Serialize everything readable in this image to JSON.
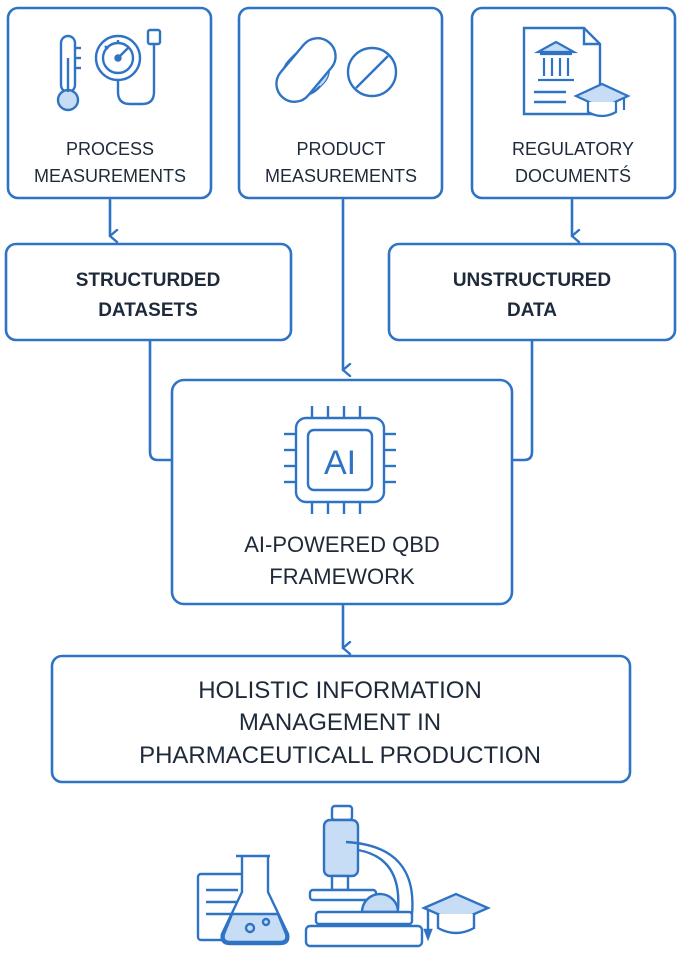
{
  "diagram": {
    "process_box": {
      "line1": "PROCESS",
      "line2": "MEASUREMENTS"
    },
    "product_box": {
      "line1": "PRODUCT",
      "line2": "MEASUREMENTS"
    },
    "regulatory_box": {
      "line1": "REGULATORY",
      "line2": "DOCUMENTŚ"
    },
    "structured_box": {
      "line1": "STRUCTURDED",
      "line2": "DATASETS"
    },
    "unstructured_box": {
      "line1": "UNSTRUCTURED",
      "line2": "DATA"
    },
    "ai_box": {
      "chip_text": "AI",
      "line1": "AI-POWERED QBD",
      "line2": "FRAMEWORK"
    },
    "holistic_box": {
      "line1": "HOLISTIC INFORMATION",
      "line2": "MANAGEMENT IN",
      "line3": "PHARMACEUTICALL PRODUCTION"
    },
    "colors": {
      "stroke": "#2f73c4",
      "fill_light": "#c7dcf5",
      "text": "#1e2a3a"
    }
  }
}
